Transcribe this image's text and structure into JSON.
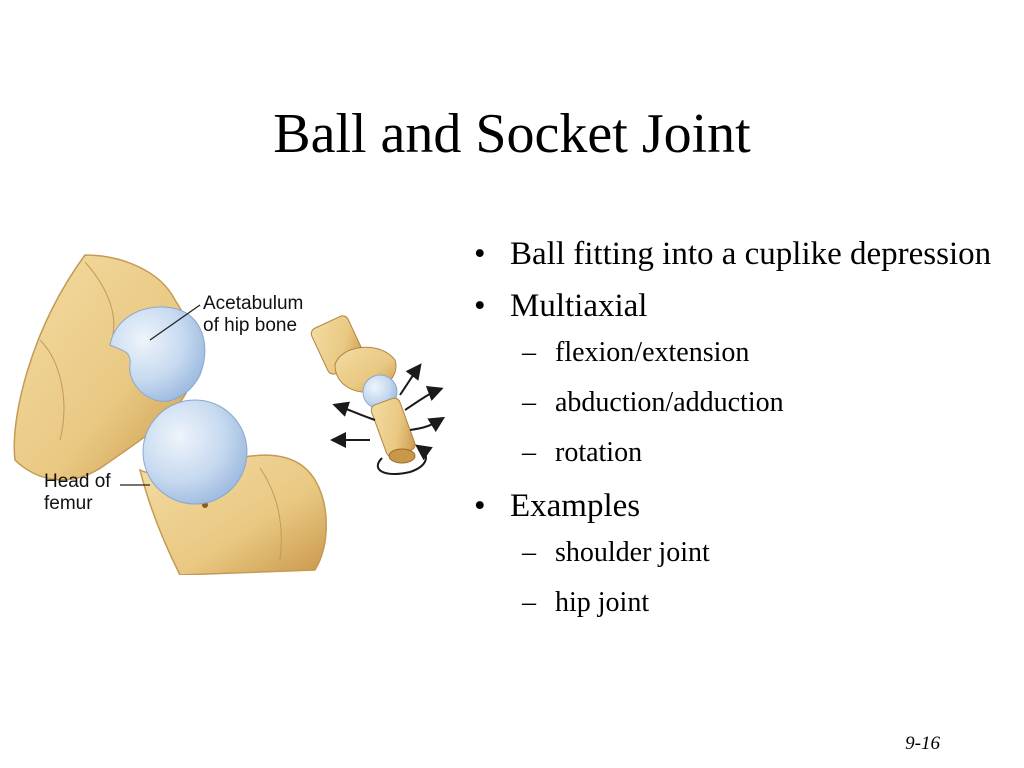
{
  "slide": {
    "title": "Ball and Socket Joint",
    "number": "9-16"
  },
  "figure": {
    "labels": {
      "acetabulum_line1": "Acetabulum",
      "acetabulum_line2": "of hip bone",
      "head_line1": "Head of",
      "head_line2": "femur"
    },
    "colors": {
      "bone": "#e9c882",
      "bone_dark": "#c9974a",
      "cartilage": "#bcd3ee",
      "arrow": "#1a1a1a"
    }
  },
  "bullets": [
    {
      "text": "Ball fitting into a cuplike depression",
      "sub": []
    },
    {
      "text": "Multiaxial",
      "sub": [
        "flexion/extension",
        "abduction/adduction",
        "rotation"
      ]
    },
    {
      "text": "Examples",
      "sub": [
        "shoulder joint",
        "hip joint"
      ]
    }
  ],
  "markers": {
    "bullet": "•",
    "dash": "–"
  }
}
